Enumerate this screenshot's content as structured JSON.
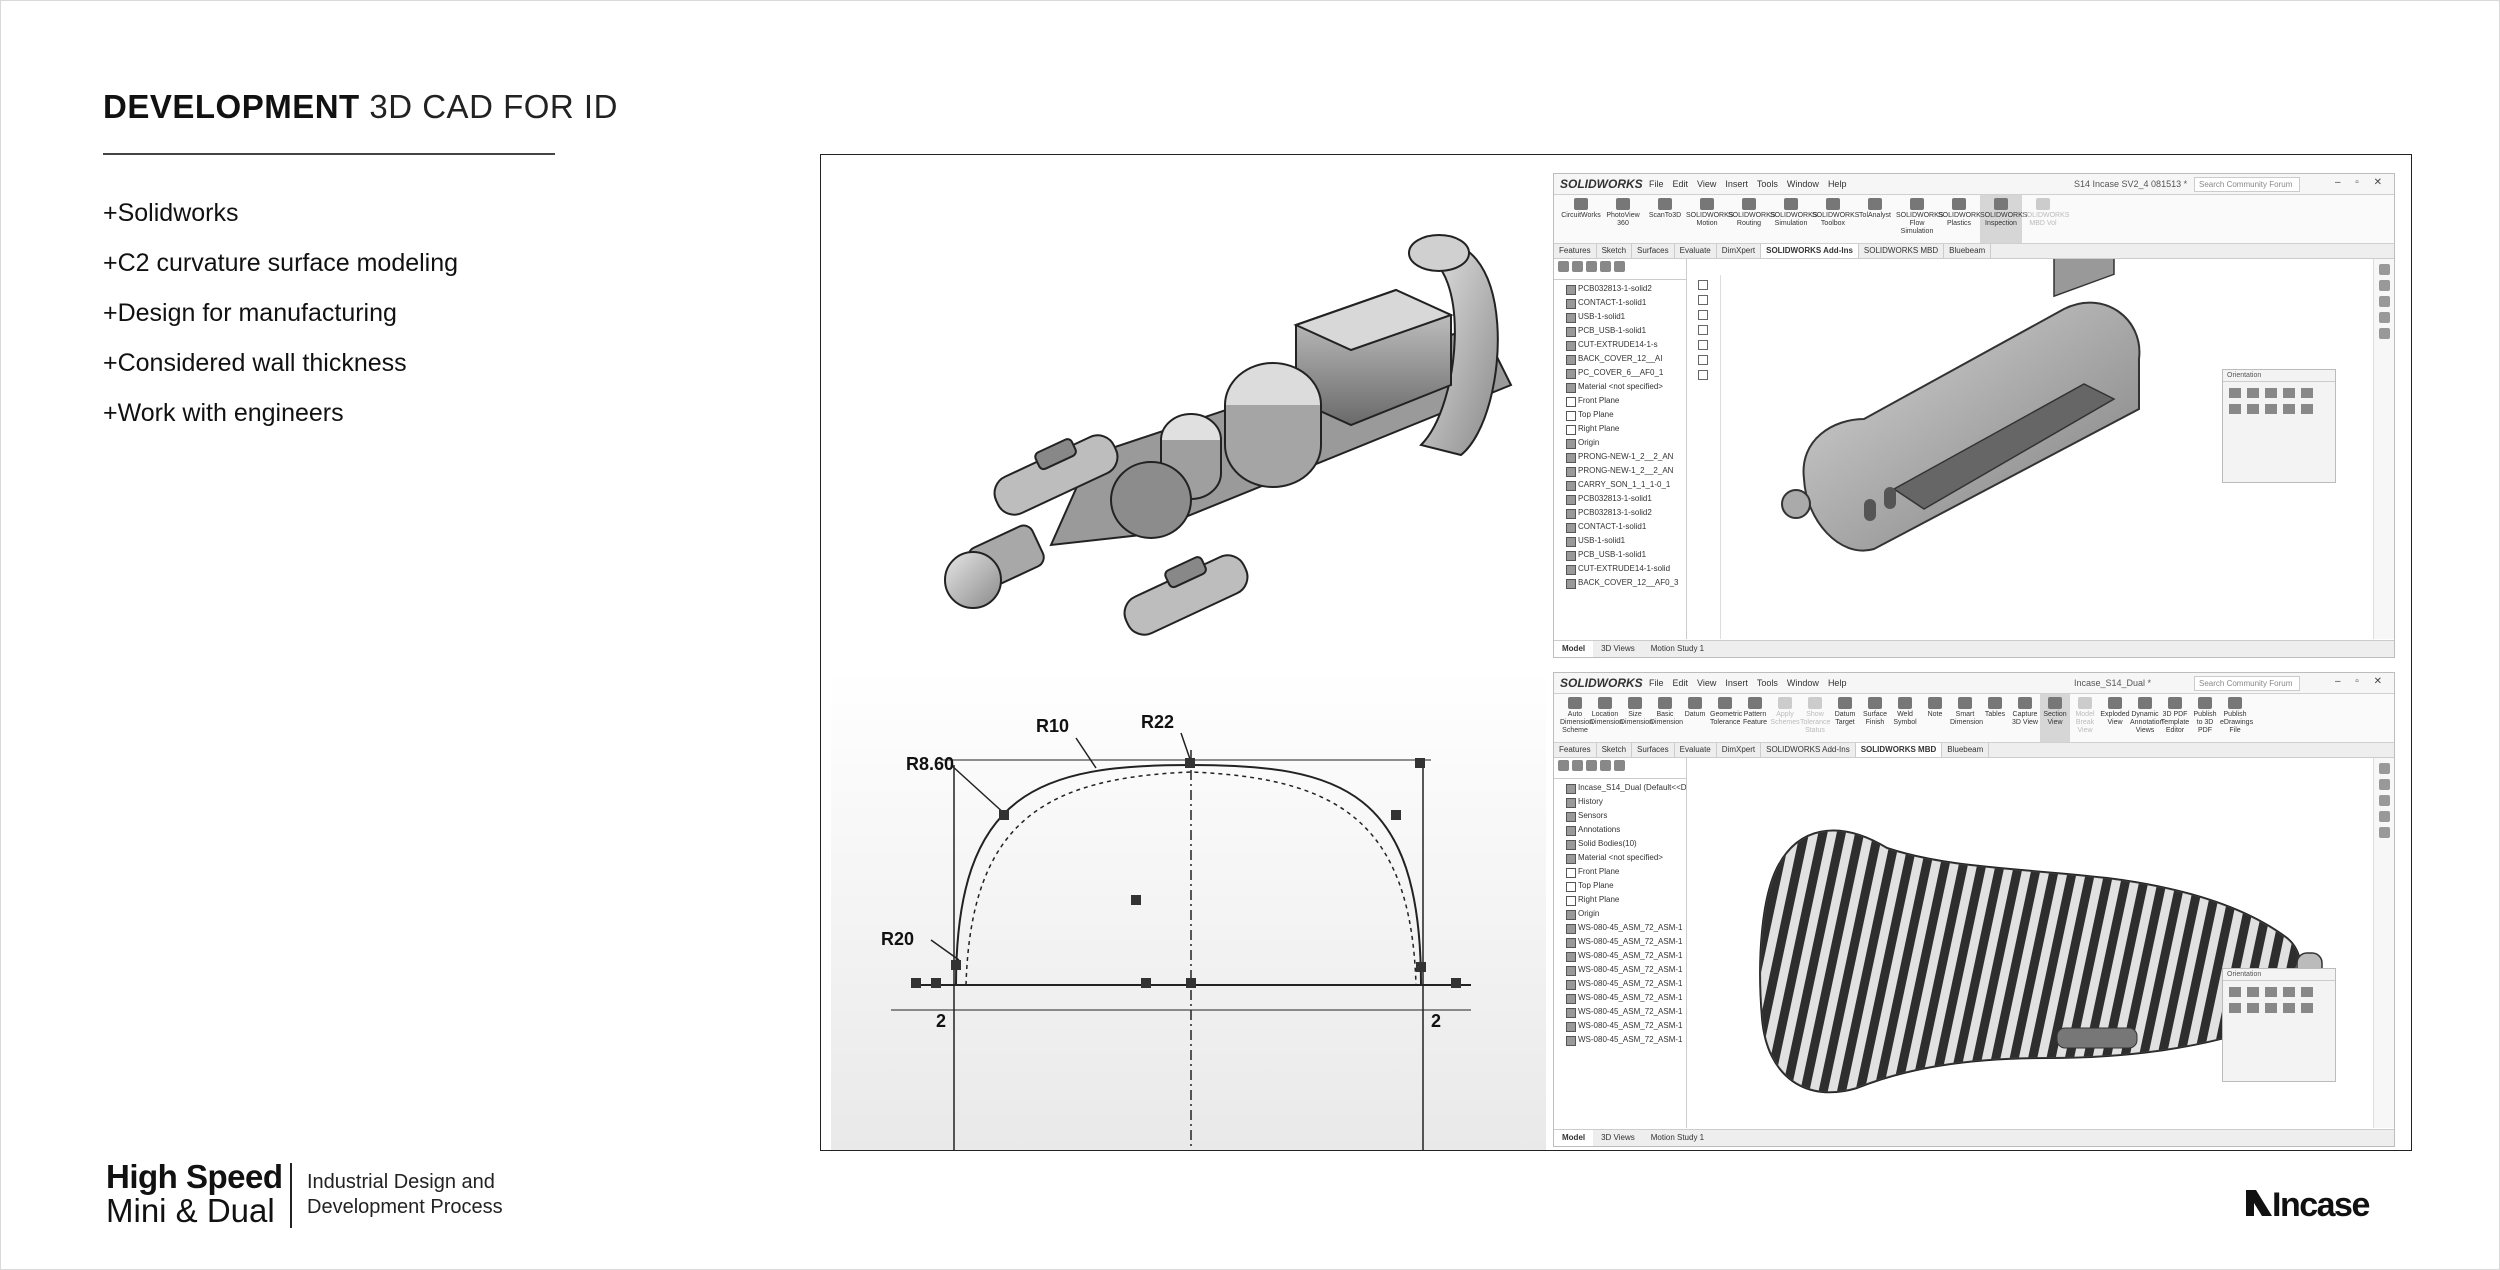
{
  "header": {
    "title_bold": "DEVELOPMENT",
    "title_light": "3D CAD FOR ID"
  },
  "bullets": [
    "+Solidworks",
    "+C2 curvature surface modeling",
    "+Design for manufacturing",
    "+Considered wall thickness",
    "+Work with engineers"
  ],
  "sketch": {
    "radius_labels": [
      "R10",
      "R22",
      "R8.60",
      "R20"
    ],
    "dim_left": "2",
    "dim_right": "2"
  },
  "sw_common": {
    "logo": "SOLIDWORKS",
    "menu": [
      "File",
      "Edit",
      "View",
      "Insert",
      "Tools",
      "Window",
      "Help"
    ],
    "search_placeholder": "Search Community Forum",
    "window_buttons": "– ▫ ✕",
    "status_tabs": [
      "Model",
      "3D Views",
      "Motion Study 1"
    ],
    "orientation_title": "Orientation"
  },
  "sw_top": {
    "doc_title": "S14 Incase SV2_4 081513 *",
    "commands": [
      "CircuitWorks",
      "PhotoView 360",
      "ScanTo3D",
      "SOLIDWORKS Motion",
      "SOLIDWORKS Routing",
      "SOLIDWORKS Simulation",
      "SOLIDWORKS Toolbox",
      "TolAnalyst",
      "SOLIDWORKS Flow Simulation",
      "SOLIDWORKS Plastics",
      "SOLIDWORKS Inspection",
      "SOLIDWORKS MBD Vol"
    ],
    "tabs": [
      "Features",
      "Sketch",
      "Surfaces",
      "Evaluate",
      "DimXpert",
      "SOLIDWORKS Add-Ins",
      "SOLIDWORKS MBD",
      "Bluebeam"
    ],
    "tree": [
      "PCB032813-1-solid2",
      "CONTACT-1-solid1",
      "USB-1-solid1",
      "PCB_USB-1-solid1",
      "CUT-EXTRUDE14-1-s",
      "BACK_COVER_12__AI",
      "PC_COVER_6__AF0_1",
      "Material <not specified>",
      "Front Plane",
      "Top Plane",
      "Right Plane",
      "Origin",
      "PRONG-NEW-1_2__2_AN",
      "PRONG-NEW-1_2__2_AN",
      "CARRY_SON_1_1_1-0_1",
      "PCB032813-1-solid1",
      "PCB032813-1-solid2",
      "CONTACT-1-solid1",
      "USB-1-solid1",
      "PCB_USB-1-solid1",
      "CUT-EXTRUDE14-1-solid",
      "BACK_COVER_12__AF0_3"
    ]
  },
  "sw_bottom": {
    "doc_title": "Incase_S14_Dual *",
    "commands": [
      "Auto Dimension Scheme",
      "Location Dimension",
      "Size Dimension",
      "Basic Dimension",
      "Datum",
      "Geometric Tolerance",
      "Pattern Feature",
      "Apply Schemes",
      "Show Tolerance Status",
      "Datum Target",
      "Surface Finish",
      "Weld Symbol",
      "Note",
      "Smart Dimension",
      "Tables",
      "Capture 3D View",
      "Section View",
      "Model Break View",
      "Exploded View",
      "Dynamic Annotation Views",
      "3D PDF Template Editor",
      "Publish to 3D PDF",
      "Publish eDrawings File"
    ],
    "tabs": [
      "Features",
      "Sketch",
      "Surfaces",
      "Evaluate",
      "DimXpert",
      "SOLIDWORKS Add-Ins",
      "SOLIDWORKS MBD",
      "Bluebeam"
    ],
    "tree": [
      "Incase_S14_Dual (Default<<Def",
      "History",
      "Sensors",
      "Annotations",
      "Solid Bodies(10)",
      "Material <not specified>",
      "Front Plane",
      "Top Plane",
      "Right Plane",
      "Origin",
      "WS-080-45_ASM_72_ASM-1",
      "WS-080-45_ASM_72_ASM-1",
      "WS-080-45_ASM_72_ASM-1",
      "WS-080-45_ASM_72_ASM-1",
      "WS-080-45_ASM_72_ASM-1",
      "WS-080-45_ASM_72_ASM-1",
      "WS-080-45_ASM_72_ASM-1",
      "WS-080-45_ASM_72_ASM-1",
      "WS-080-45_ASM_72_ASM-1"
    ]
  },
  "footer": {
    "product_line1": "High Speed",
    "product_line2": "Mini & Dual",
    "subtitle_line1": "Industrial Design and",
    "subtitle_line2": "Development Process",
    "brand": "Incase"
  }
}
